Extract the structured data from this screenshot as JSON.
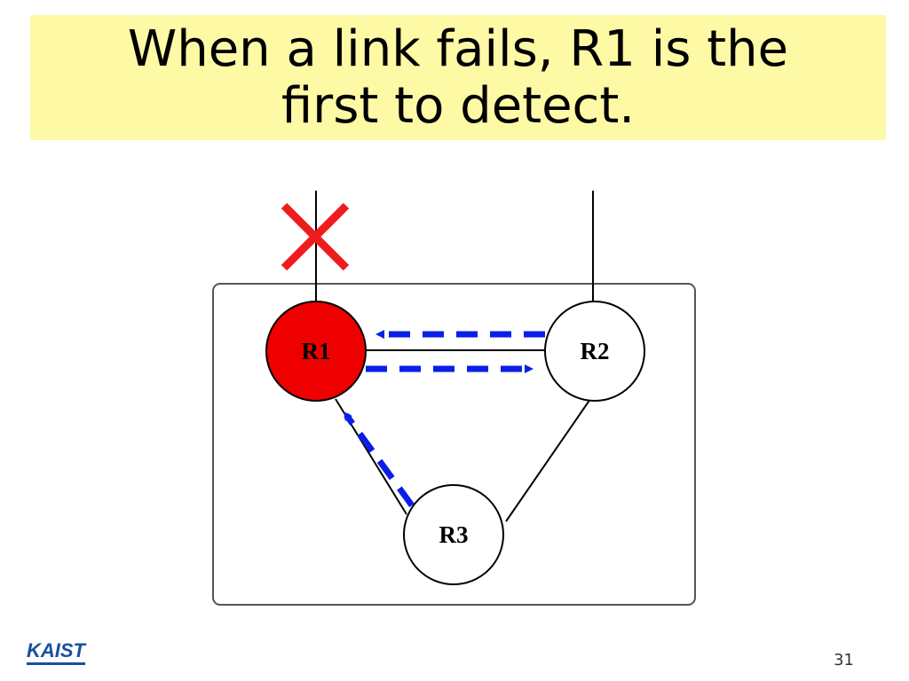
{
  "slide": {
    "title_lines": [
      "When a link fails, R1 is the",
      "first to detect."
    ],
    "page_number": "31",
    "logo_text": "KAIST"
  },
  "diagram": {
    "nodes": [
      {
        "id": "R1",
        "label": "R1",
        "state": "failed-detector",
        "fill": "#ee0000"
      },
      {
        "id": "R2",
        "label": "R2",
        "fill": "#ffffff"
      },
      {
        "id": "R3",
        "label": "R3",
        "fill": "#ffffff"
      }
    ],
    "links": [
      {
        "from": "R1",
        "to": "R2"
      },
      {
        "from": "R1",
        "to": "R3"
      },
      {
        "from": "R2",
        "to": "R3"
      }
    ],
    "external_links": [
      {
        "node": "R1",
        "status": "failed",
        "marker": "x-mark"
      },
      {
        "node": "R2",
        "status": "up"
      }
    ],
    "messages": [
      {
        "from": "R2",
        "to": "R1",
        "style": "dashed"
      },
      {
        "from": "R1",
        "to": "R2",
        "style": "dashed"
      },
      {
        "from": "R3",
        "to": "R1",
        "style": "dashed"
      }
    ],
    "colors": {
      "failed_node": "#ee0000",
      "failure_mark": "#ee1c1c",
      "message_arrow": "#0a1ee8",
      "title_background": "#fdf9a5"
    }
  }
}
